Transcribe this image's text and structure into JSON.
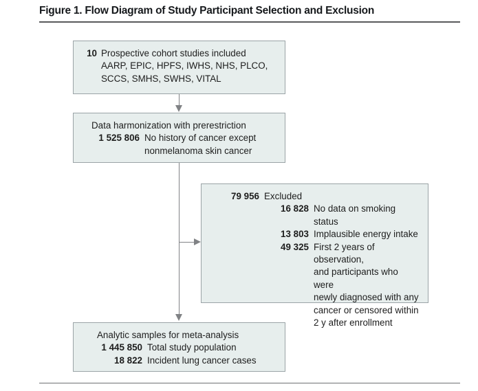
{
  "figure": {
    "title": "Figure 1. Flow Diagram of Study Participant Selection and Exclusion"
  },
  "boxes": {
    "cohorts": {
      "count": "10",
      "label": "Prospective cohort studies included",
      "continuation": "AARP, EPIC, HPFS, IWHS, NHS, PLCO,\nSCCS, SMHS, SWHS, VITAL"
    },
    "harmonization": {
      "header": "Data harmonization with prerestriction",
      "count": "1 525 806",
      "label": "No history of cancer except",
      "continuation": "nonmelanoma skin cancer"
    },
    "excluded": {
      "count": "79 956",
      "label": "Excluded",
      "reasons": [
        {
          "count": "16 828",
          "label": "No data on smoking status"
        },
        {
          "count": "13 803",
          "label": "Implausible energy intake"
        },
        {
          "count": "49 325",
          "label": "First 2 years of observation,\nand participants who were\nnewly diagnosed with any\ncancer or censored within\n2 y after enrollment"
        }
      ]
    },
    "analytic": {
      "header": "Analytic samples for meta-analysis",
      "rows": [
        {
          "count": "1 445 850",
          "label": "Total study population"
        },
        {
          "count": "18 822",
          "label": "Incident lung cancer cases"
        }
      ]
    }
  },
  "style": {
    "box_fill": "#e7eeed",
    "box_border": "#9aa3a6",
    "connector": "#808285",
    "rule": "#58595b"
  }
}
